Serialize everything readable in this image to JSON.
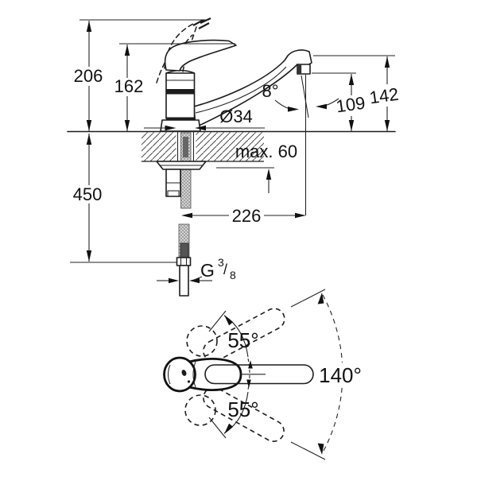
{
  "drawing_title": "faucet-dimensional-drawing",
  "colors": {
    "line": "#1c1c1c",
    "background": "#ffffff"
  },
  "side": {
    "total_height": "206",
    "handle_height": "162",
    "below_counter": "450",
    "spout_top_height": "142",
    "outlet_height": "109",
    "stream_angle": "8°",
    "hole_diameter": "Ø34",
    "max_counter_thickness": "max. 60",
    "spout_reach": "226",
    "thread": {
      "letter": "G",
      "numerator": "3",
      "slash": "/",
      "denominator": "8"
    }
  },
  "top": {
    "handle_up_angle": "55°",
    "handle_down_angle": "55°",
    "swivel_range": "140°"
  }
}
